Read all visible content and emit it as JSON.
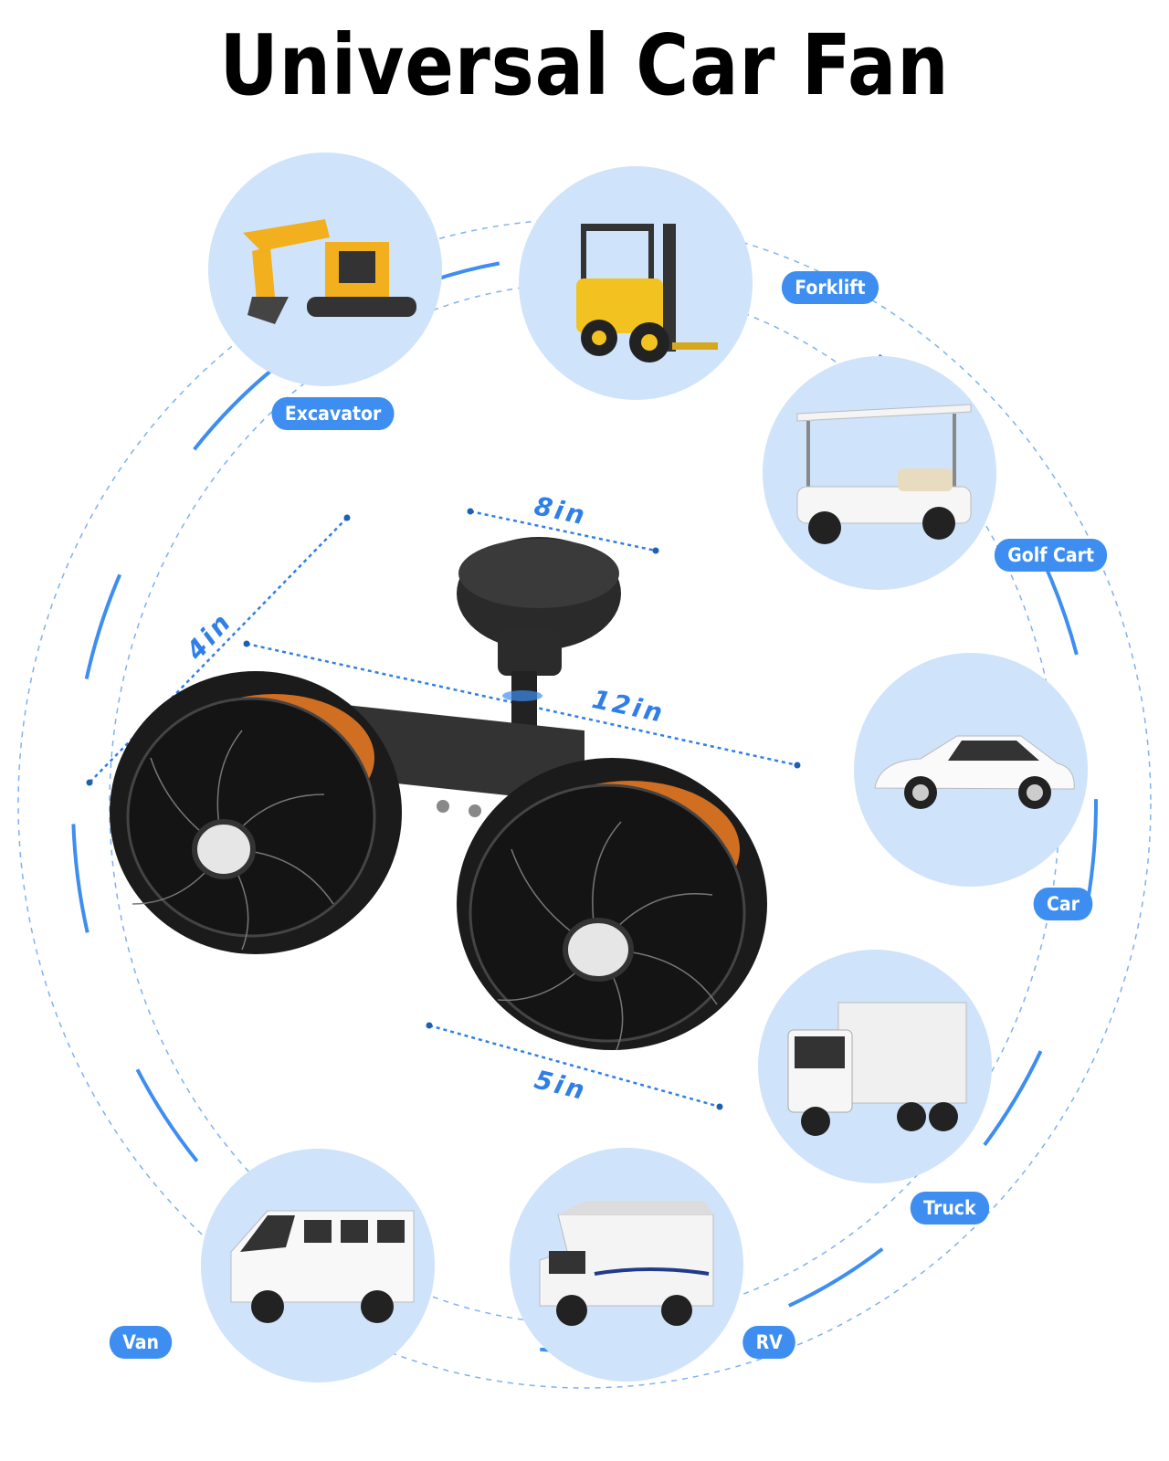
{
  "title": "Universal Car Fan",
  "vehicles": [
    {
      "id": "excavator",
      "label": "Excavator",
      "icon": "excavator-icon"
    },
    {
      "id": "forklift",
      "label": "Forklift",
      "icon": "forklift-icon"
    },
    {
      "id": "golf-cart",
      "label": "Golf Cart",
      "icon": "golf-cart-icon"
    },
    {
      "id": "car",
      "label": "Car",
      "icon": "car-icon"
    },
    {
      "id": "truck",
      "label": "Truck",
      "icon": "truck-icon"
    },
    {
      "id": "rv",
      "label": "RV",
      "icon": "rv-icon"
    },
    {
      "id": "van",
      "label": "Van",
      "icon": "van-icon"
    }
  ],
  "dimensions": {
    "top_width": "8in",
    "height": "4in",
    "total_width": "12in",
    "fan_diameter": "5in"
  },
  "colors": {
    "accent": "#3d8ef0",
    "circle_bg": "#cfe3fb",
    "dimension_text": "#2f7fe6",
    "fan_body": "#1e1e1e",
    "fan_inner": "#f07d22"
  }
}
